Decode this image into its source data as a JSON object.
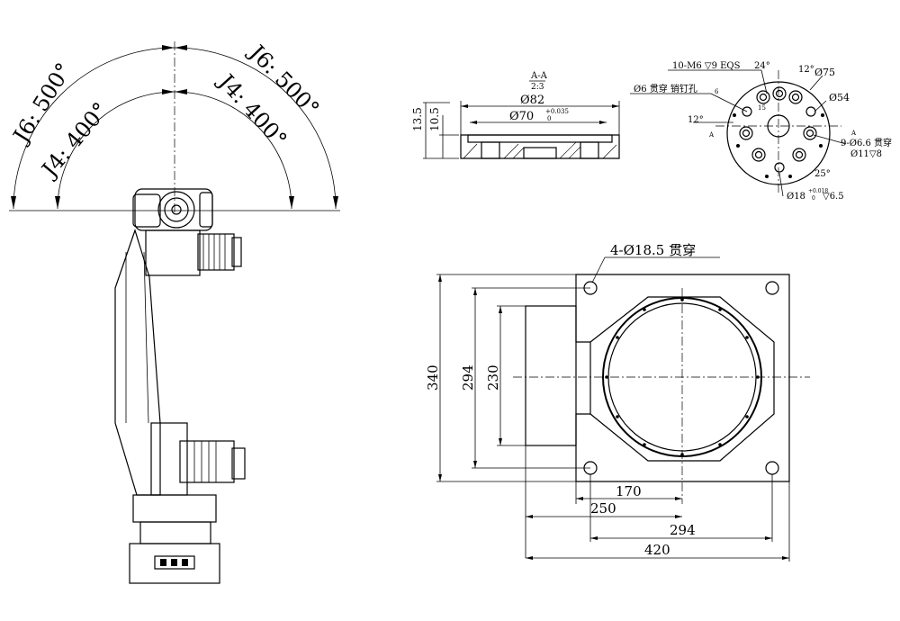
{
  "robot_arcs": {
    "j6_left": "J6: 500°",
    "j4_left": "J4: 400°",
    "j6_right": "J6: 500°",
    "j4_right": "J4: 400°"
  },
  "section": {
    "title": "A-A",
    "scale": "2:3",
    "dim_outer": "Ø82",
    "dim_inner": "Ø70",
    "tol_upper": "+0.035",
    "tol_lower": "0",
    "height_total": "13.5",
    "height_step": "10.5"
  },
  "flange": {
    "thread_holes": "10-M6 ▽9 EQS",
    "pin_hole": "Ø6 贯穿 销钉孔",
    "angle_top": "24°",
    "angle_top_right": "12°",
    "dia_75": "Ø75",
    "dia_54": "Ø54",
    "angle_left": "12°",
    "label_a_left": "A",
    "label_a_right": "A",
    "through_holes": "9-Ø6.6 贯穿",
    "counterbore": "Ø11▽8",
    "angle_bottom": "25°",
    "center_hole": "Ø18",
    "center_tol_upper": "+0.018",
    "center_tol_lower": "0",
    "center_depth": "▽6.5",
    "small_6": "6",
    "small_15": "15"
  },
  "base": {
    "mount_holes": "4-Ø18.5 贯穿",
    "dim_340": "340",
    "dim_294_v": "294",
    "dim_230": "230",
    "dim_170": "170",
    "dim_250": "250",
    "dim_294_h": "294",
    "dim_420": "420"
  }
}
